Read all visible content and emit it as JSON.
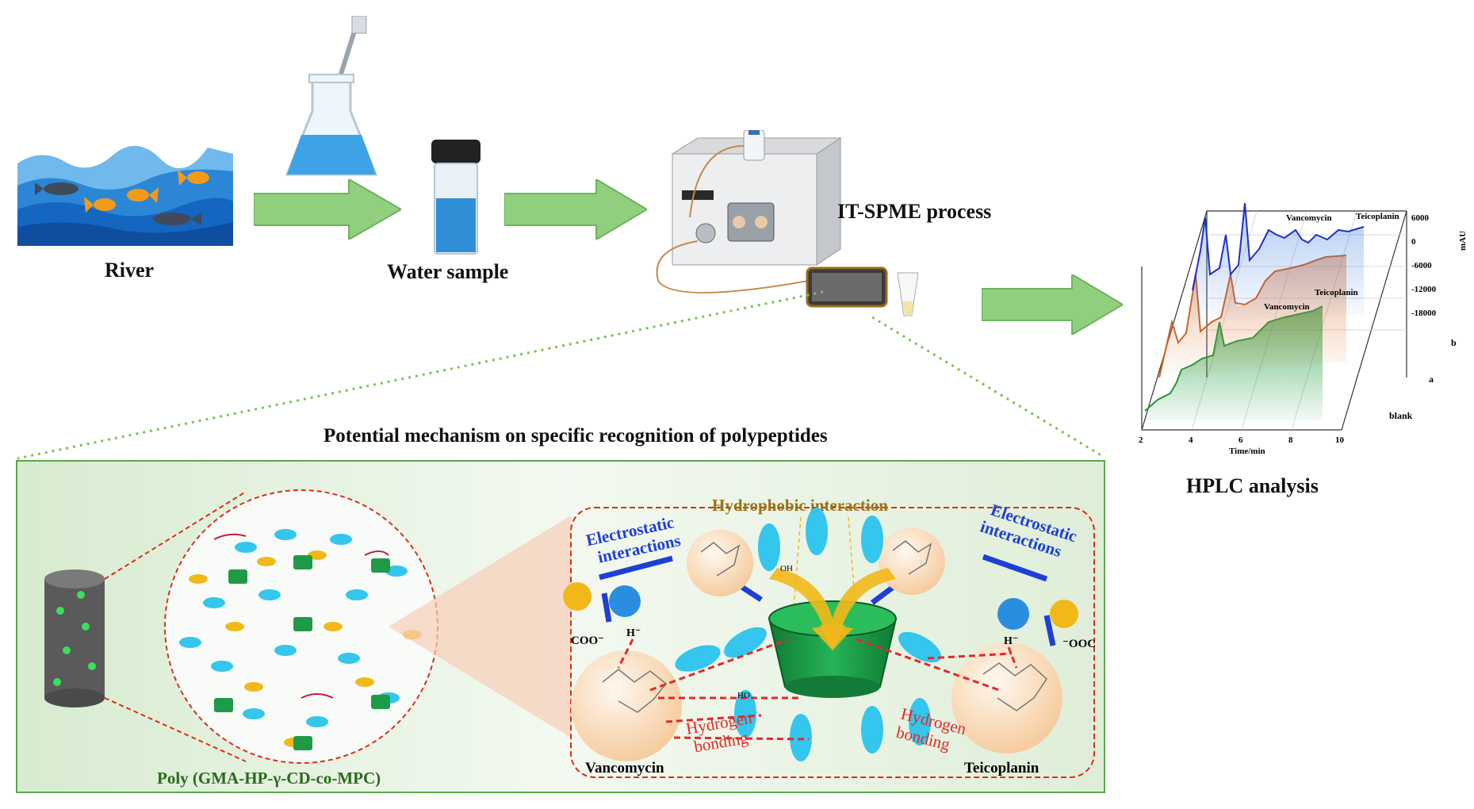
{
  "workflow": {
    "river_label": "River",
    "water_sample_label": "Water sample",
    "itspme_label": "IT-SPME process",
    "hplc_label": "HPLC analysis"
  },
  "mechanism": {
    "title": "Potential mechanism on  specific recognition of polypeptides",
    "polymer_label": "Poly (GMA-HP-γ-CD-co-MPC)",
    "hydrophobic_label": "Hydrophobic interaction",
    "electrostatic_left": [
      "Electrostatic",
      "interactions"
    ],
    "electrostatic_right": [
      "Electrostatic",
      "interactions"
    ],
    "hbond_left": [
      "Hydrogen",
      "bonding"
    ],
    "hbond_right": [
      "Hydrogen",
      "bonding"
    ],
    "vancomycin_label": "Vancomycin",
    "teicoplanin_label": "Teicoplanin",
    "coo_left": "COO⁻",
    "ooc_right": "⁻OOC",
    "h_minus": "H⁻",
    "oh": "OH",
    "ho": "HO"
  },
  "chart_data": {
    "type": "line",
    "xlabel": "Time/min",
    "x_ticks": [
      "2",
      "4",
      "6",
      "8",
      "10"
    ],
    "xlim": [
      2,
      10
    ],
    "ylabel": "mAU",
    "y_ticks": [
      "6000",
      "0",
      "-6000",
      "-12000",
      "-18000"
    ],
    "series": [
      {
        "name": "blank",
        "color": "#1a9a3a"
      },
      {
        "name": "a",
        "color": "#d0622a",
        "peak_labels": [
          "Vancomycin",
          "Teicoplanin"
        ]
      },
      {
        "name": "b",
        "color": "#1f2fc8",
        "peak_labels": [
          "Vancomycin",
          "Teicoplanin"
        ]
      }
    ]
  },
  "colors": {
    "arrow_green": "#8fcf7e",
    "water_blue": "#2f8fd6",
    "panel_border": "#5aa84a",
    "dash_red": "#d9301c",
    "cd_green": "#1f9a46",
    "hbond_red": "#e02a2a",
    "electro_blue": "#1e3fd6",
    "hydrophobic_gold": "#9a7414"
  }
}
